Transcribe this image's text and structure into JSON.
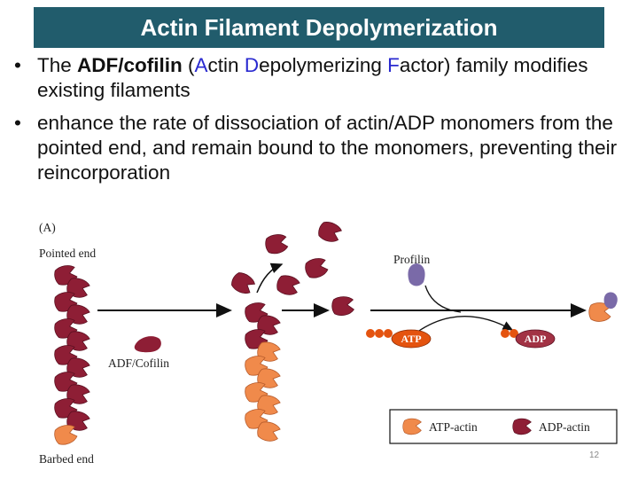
{
  "slide": {
    "title": "Actin Filament Depolymerization",
    "page_number": "12"
  },
  "bullets": {
    "b1": {
      "pre": "The ",
      "bold": "ADF/cofilin",
      "open": " (",
      "a_letter": "A",
      "a_rest": "ctin ",
      "d_letter": "D",
      "d_rest": "epolymerizing ",
      "f_letter": "F",
      "f_rest": "actor",
      "post": ") family modifies existing filaments"
    },
    "b2": "enhance the rate of dissociation of actin/ADP monomers from the pointed end, and remain bound to the monomers, preventing their reincorporation"
  },
  "diagram": {
    "panel_label": "(A)",
    "pointed_end": "Pointed end",
    "barbed_end": "Barbed end",
    "adf_label": "ADF/Cofilin",
    "profilin_label": "Profilin",
    "atp_badge": "ATP",
    "adp_badge": "ADP",
    "legend": {
      "atp_actin": "ATP-actin",
      "adp_actin": "ADP-actin"
    },
    "colors": {
      "atp_actin": "#f08a4b",
      "adp_actin": "#8e1e35",
      "profilin": "#7a6aa8",
      "atp_badge": "#e4530f",
      "adp_badge": "#a23244",
      "title_bar": "#215c6c"
    }
  }
}
